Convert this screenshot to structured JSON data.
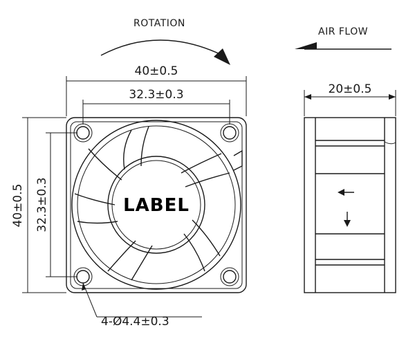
{
  "front_view": {
    "rotation_label": "ROTATION",
    "outer_width": "40±0.5",
    "hole_spacing_width": "32.3±0.3",
    "outer_height": "40±0.5",
    "hole_spacing_height": "32.3±0.3",
    "label_text": "LABEL",
    "hole_callout": "4-Ø4.4±0.3"
  },
  "side_view": {
    "airflow_label": "AIR FLOW",
    "depth": "20±0.5"
  }
}
